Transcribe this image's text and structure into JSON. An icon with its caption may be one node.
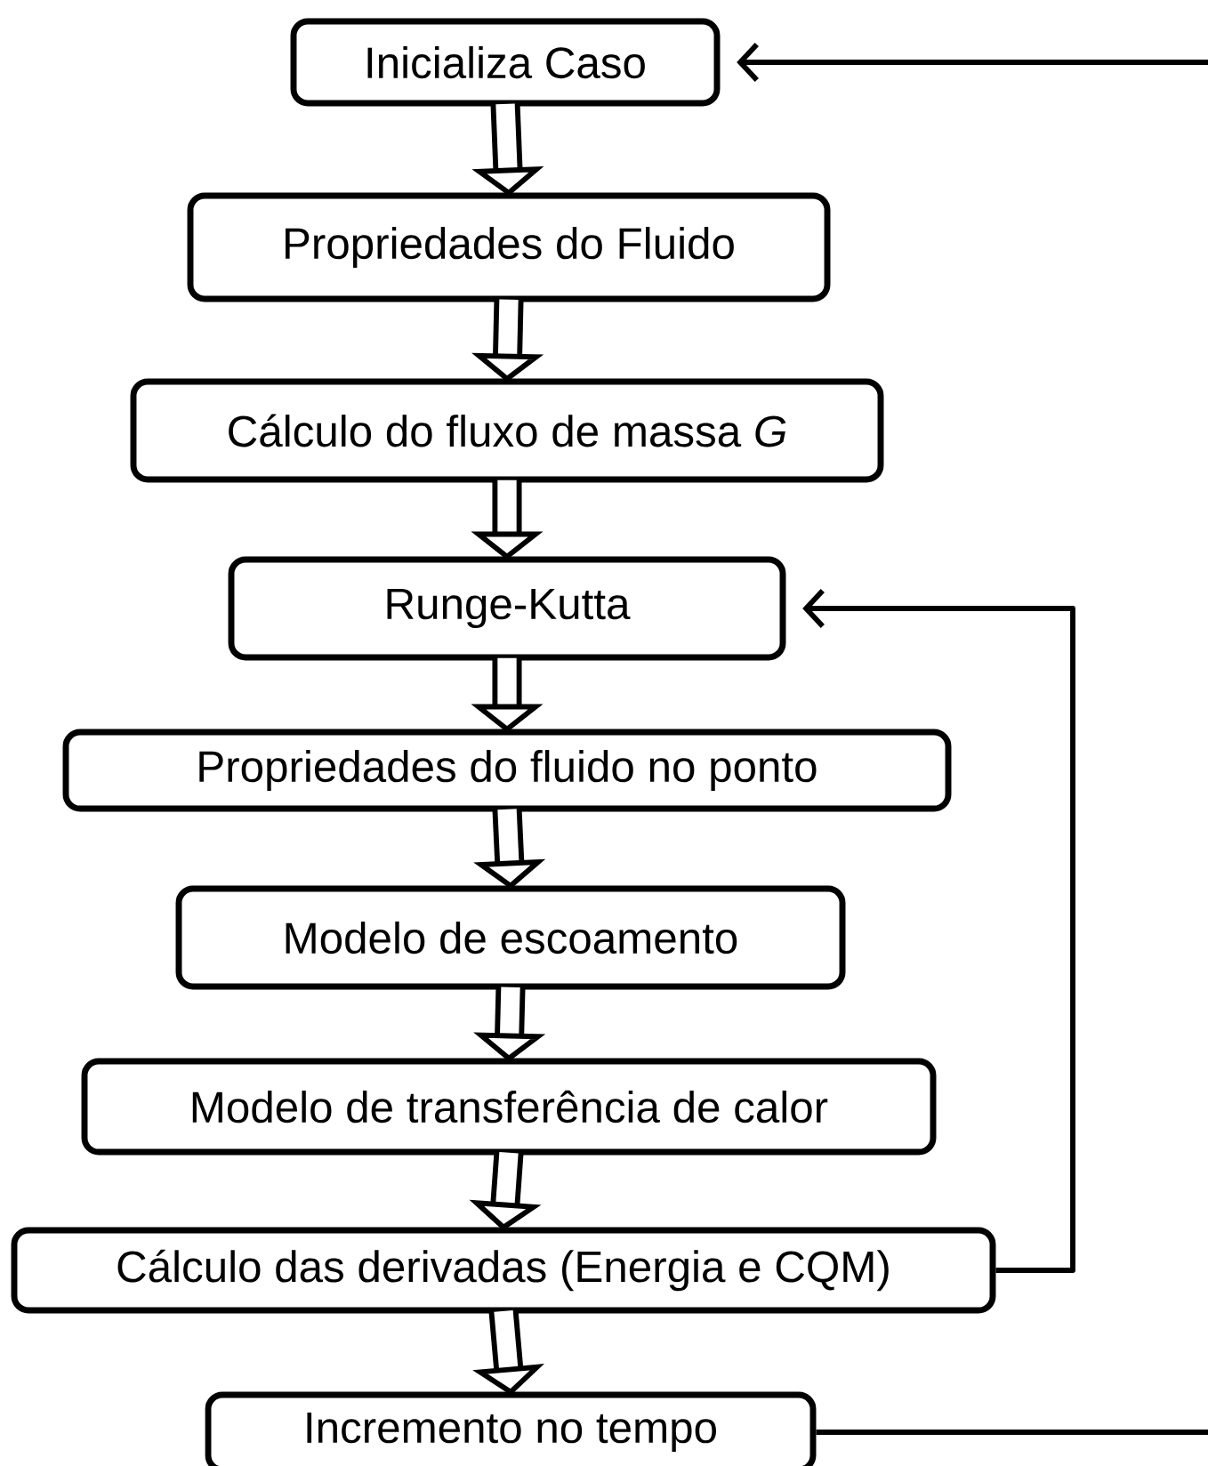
{
  "diagram": {
    "nodes": [
      {
        "text": [
          "Inicializa Caso"
        ]
      },
      {
        "text": [
          "Propriedades do Fluido"
        ]
      },
      {
        "text": [
          "Cálculo do fluxo de massa *G*"
        ]
      },
      {
        "text": [
          "Runge-Kutta"
        ]
      },
      {
        "text": [
          "Propriedades do fluido no ponto"
        ]
      },
      {
        "text": [
          "Modelo de escoamento"
        ]
      },
      {
        "text": [
          "Modelo de transferência de calor"
        ]
      },
      {
        "text": [
          "Cálculo das derivadas (Energia e CQM)"
        ]
      },
      {
        "text": [
          "Incremento no tempo"
        ]
      }
    ],
    "edges": [
      {
        "from": 0,
        "to": 1,
        "arrow": "to"
      },
      {
        "from": 1,
        "to": 2,
        "arrow": "to"
      },
      {
        "from": 2,
        "to": 3,
        "arrow": "to"
      },
      {
        "from": 3,
        "to": 4,
        "arrow": "to"
      },
      {
        "from": 4,
        "to": 5,
        "arrow": "to"
      },
      {
        "from": 5,
        "to": 6,
        "arrow": "to"
      },
      {
        "from": 6,
        "to": 7,
        "arrow": "to"
      },
      {
        "from": 7,
        "to": 8,
        "arrow": "to"
      },
      {
        "from": 7,
        "to": 3,
        "arrow": "to"
      },
      {
        "from": 8,
        "to": 0,
        "arrow": "to"
      }
    ]
  }
}
